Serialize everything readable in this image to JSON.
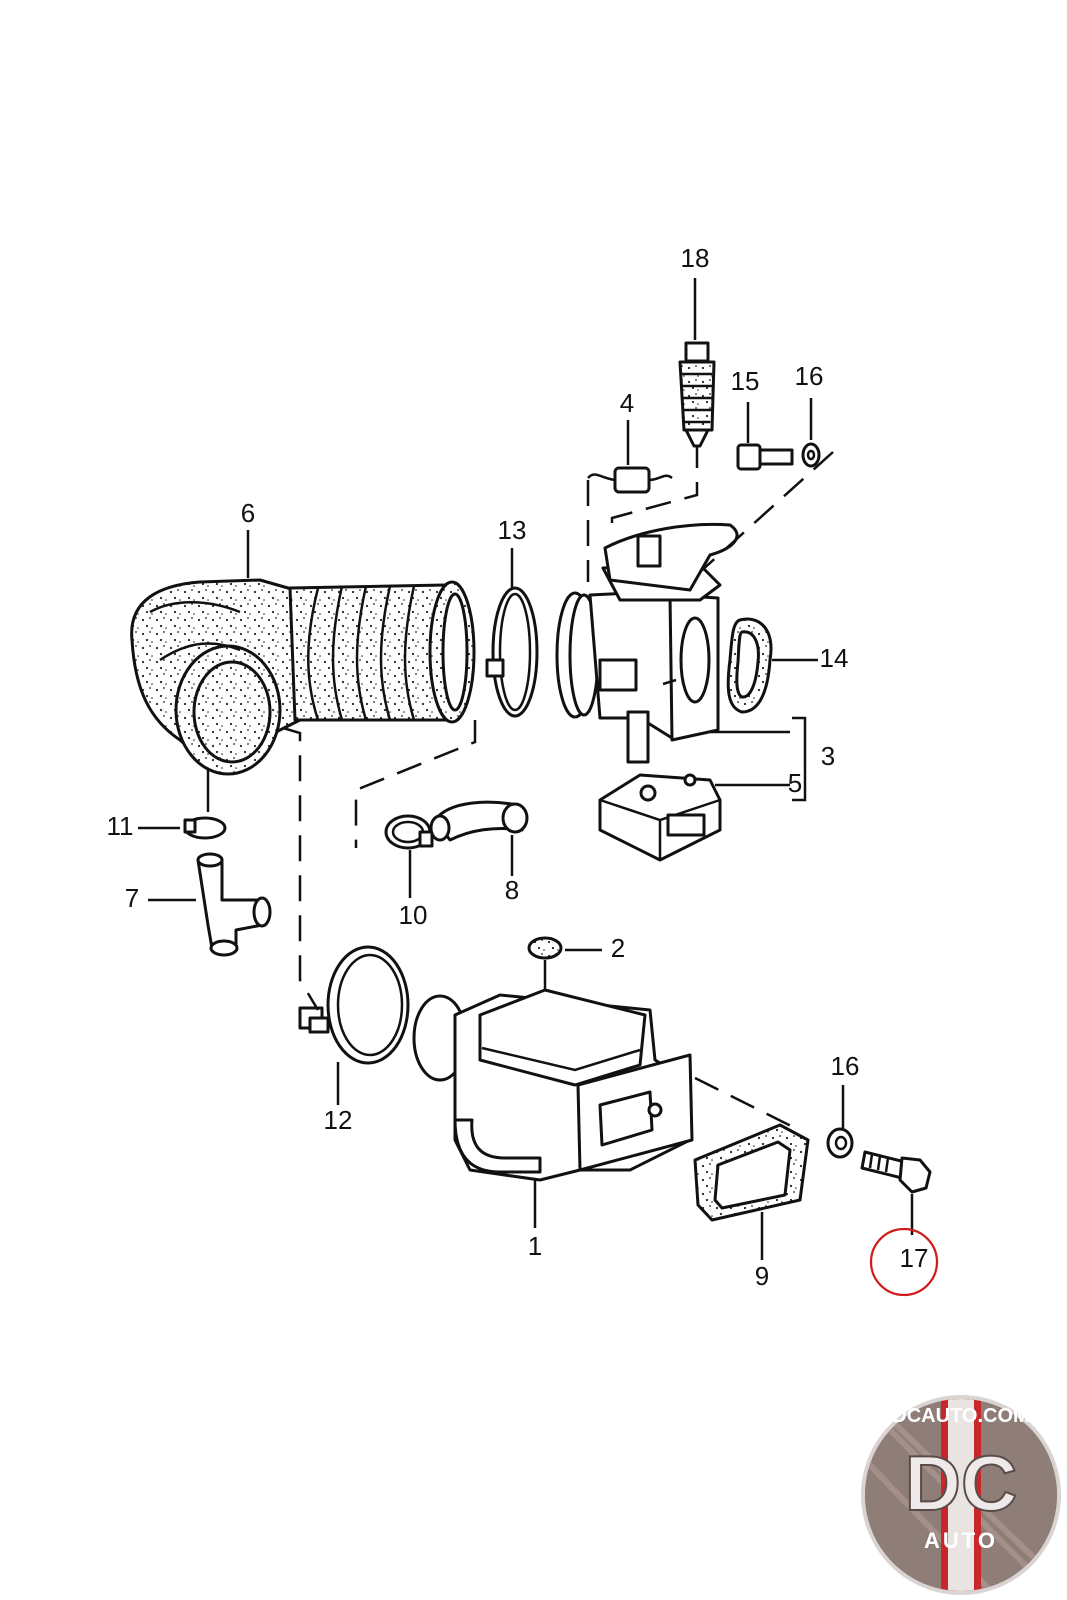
{
  "callouts": [
    {
      "id": "1",
      "label": "1"
    },
    {
      "id": "2",
      "label": "2"
    },
    {
      "id": "3",
      "label": "3"
    },
    {
      "id": "4",
      "label": "4"
    },
    {
      "id": "5",
      "label": "5"
    },
    {
      "id": "6",
      "label": "6"
    },
    {
      "id": "7",
      "label": "7"
    },
    {
      "id": "8",
      "label": "8"
    },
    {
      "id": "9",
      "label": "9"
    },
    {
      "id": "10",
      "label": "10"
    },
    {
      "id": "11",
      "label": "11"
    },
    {
      "id": "12",
      "label": "12"
    },
    {
      "id": "13",
      "label": "13"
    },
    {
      "id": "14",
      "label": "14"
    },
    {
      "id": "15",
      "label": "15"
    },
    {
      "id": "16a",
      "label": "16"
    },
    {
      "id": "16b",
      "label": "16"
    },
    {
      "id": "17",
      "label": "17",
      "highlighted": true
    },
    {
      "id": "18",
      "label": "18"
    }
  ],
  "highlight_color": "#d01b1b",
  "logo": {
    "name": "dc-auto-logo",
    "top_text": "DCAUTO.COM",
    "main_text": "DC",
    "sub_text": "AUTO",
    "colors": {
      "ring": "#d9d4d2",
      "stripe": "#c8262b",
      "field": "#8f7d78"
    }
  }
}
